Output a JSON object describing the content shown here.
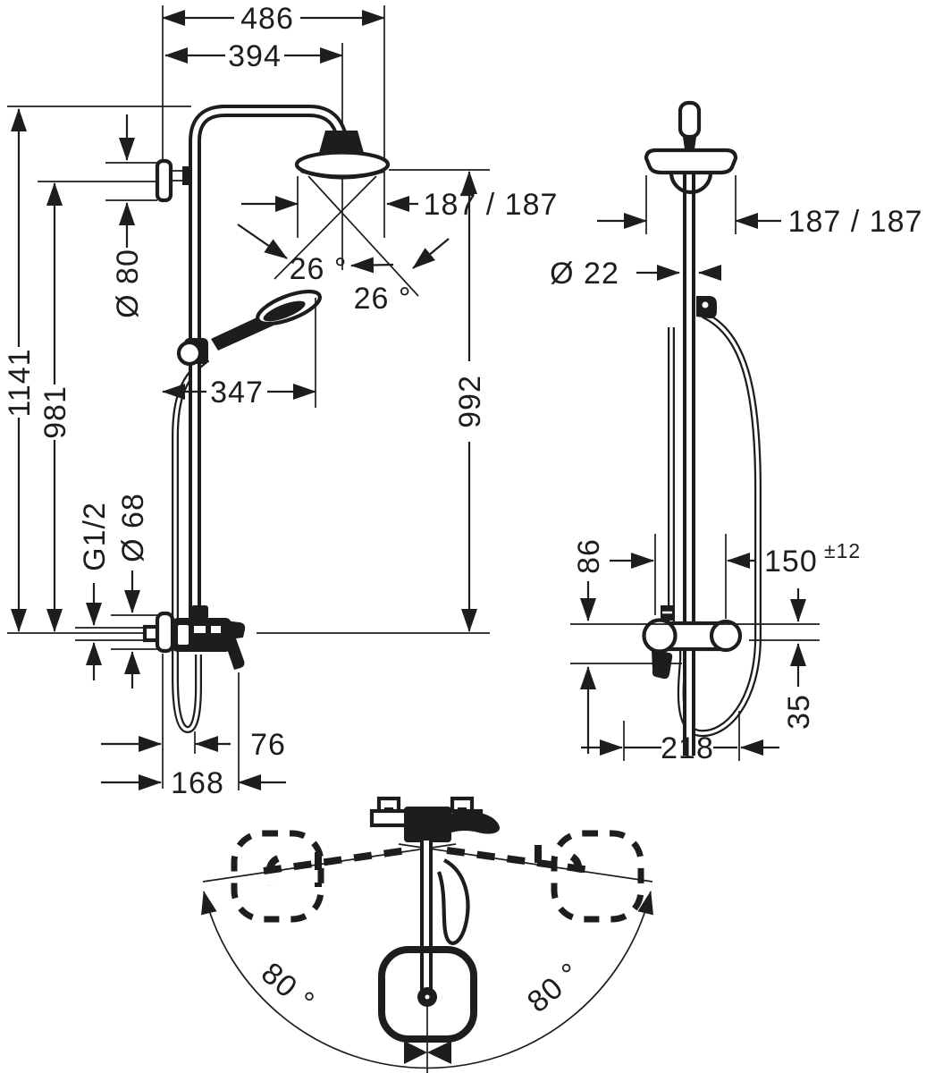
{
  "drawing": {
    "type": "technical-dimension-drawing",
    "subject": "shower-system front view, side view and top swivel view",
    "ink_color": "#1d1d1d",
    "background": "#ffffff"
  },
  "front_view": {
    "dims": {
      "width_overall": "486",
      "width_arm": "394",
      "head_offset": "187 / 187",
      "spray_angle_upper": "26 °",
      "spray_angle_lower": "26 °",
      "handshower_offset": "347",
      "height_head": "992",
      "height_overall": "1141",
      "height_bracket": "981",
      "thread": "G1/2",
      "supply_escutcheon_dia": "Ø 68",
      "bracket_dia": "Ø 80",
      "hose_offset": "76",
      "base_width": "168"
    }
  },
  "side_view": {
    "dims": {
      "head_offset": "187 / 187",
      "pipe_dia": "Ø 22",
      "mixer_height": "86",
      "projection_main": "150",
      "projection_tol": "±12",
      "outlet_offset": "35",
      "depth": "218"
    }
  },
  "bottom_view": {
    "dims": {
      "swivel_left": "80 °",
      "swivel_right": "80 °"
    }
  }
}
